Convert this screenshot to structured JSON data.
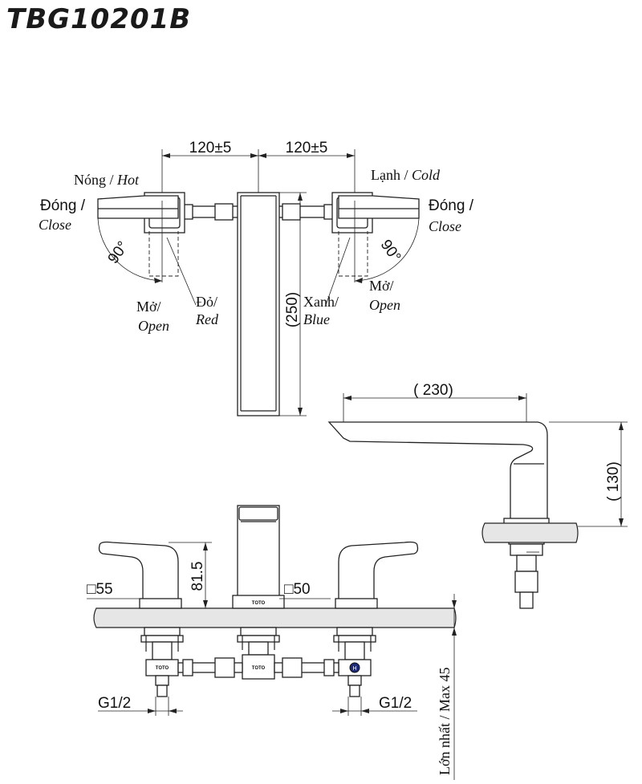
{
  "title": "TBG10201B",
  "top_view": {
    "dim_left": "120±5",
    "dim_right": "120±5",
    "spout_length": "(250)",
    "hot_label_a": "Nóng / ",
    "hot_label_b": "Hot",
    "cold_label_a": "Lạnh / ",
    "cold_label_b": "Cold",
    "close_left_a": "Đóng /",
    "close_left_b": "Close",
    "close_right_a": "Đóng /",
    "close_right_b": "Close",
    "angle_left": "90°",
    "angle_right": "90°",
    "open_left_a": "Mở/",
    "open_left_b": "Open",
    "open_right_a": "Mở/",
    "open_right_b": "Open",
    "red_a": "Đỏ/",
    "red_b": "Red",
    "blue_a": "Xanh/",
    "blue_b": "Blue"
  },
  "side_view": {
    "reach": "( 230)",
    "height": "( 130)"
  },
  "front_view": {
    "handle_base": "□55",
    "spout_base": "□50",
    "handle_height": "81.5",
    "thread_left": "G1/2",
    "thread_right": "G1/2",
    "max_thickness": "Lớn nhất / Max 45",
    "brand_mark": "TOTO",
    "hot_cold_mark": "H"
  }
}
